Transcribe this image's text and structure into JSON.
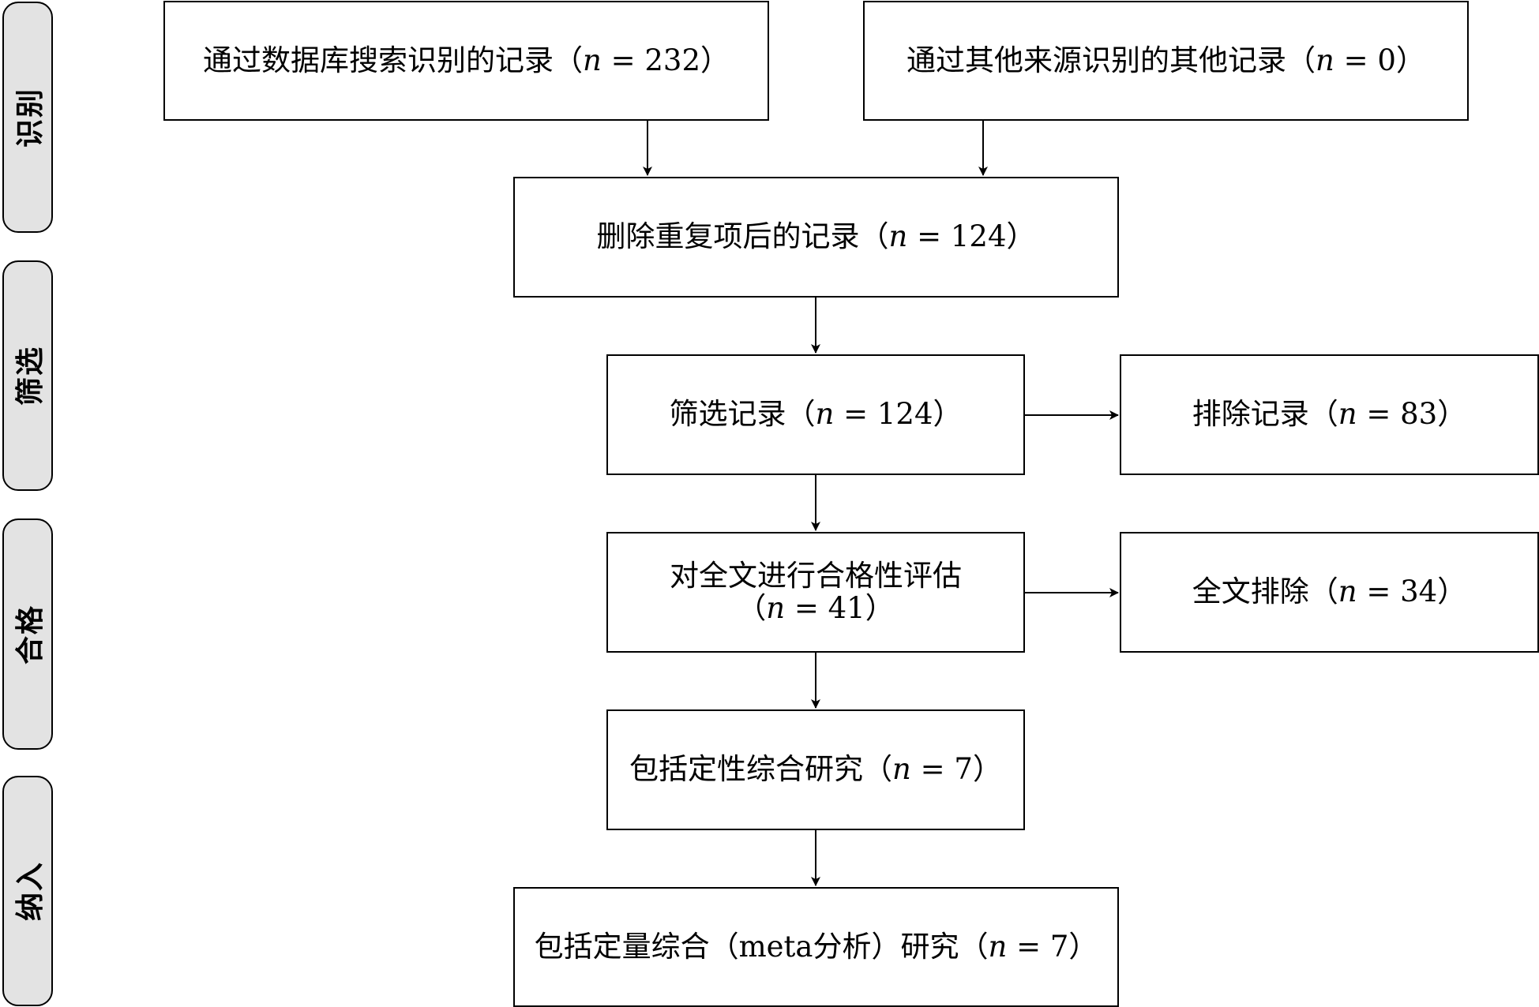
{
  "phases": [
    {
      "id": "identification",
      "label": "识别"
    },
    {
      "id": "screening",
      "label": "筛选"
    },
    {
      "id": "eligibility",
      "label": "合格"
    },
    {
      "id": "included",
      "label": "纳入"
    }
  ],
  "boxes": {
    "database_records": {
      "prefix": "通过数据库搜索识别的记录（",
      "n": "n",
      "eq": " = 232）"
    },
    "other_records": {
      "prefix": "通过其他来源识别的其他记录（",
      "n": "n",
      "eq": " = 0）"
    },
    "after_duplicates": {
      "prefix": "删除重复项后的记录（",
      "n": "n",
      "eq": " = 124）"
    },
    "screened": {
      "prefix": "筛选记录（",
      "n": "n",
      "eq": " = 124）"
    },
    "excluded": {
      "prefix": "排除记录（",
      "n": "n",
      "eq": " = 83）"
    },
    "fulltext_assessed": {
      "line1": "对全文进行合格性评估",
      "prefix": "（",
      "n": "n",
      "eq": " = 41）"
    },
    "fulltext_excluded": {
      "prefix": "全文排除（",
      "n": "n",
      "eq": " = 34）"
    },
    "qualitative": {
      "prefix": "包括定性综合研究（",
      "n": "n",
      "eq": " = 7）"
    },
    "quantitative": {
      "prefix": "包括定量综合（meta分析）研究（",
      "n": "n",
      "eq": " = 7）"
    }
  }
}
